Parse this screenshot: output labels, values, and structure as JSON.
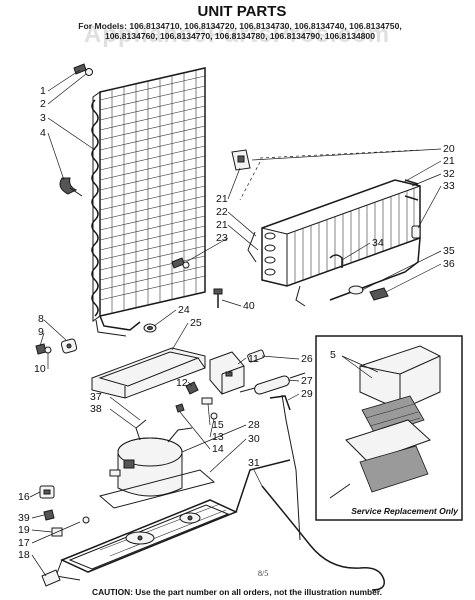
{
  "watermark": "AppliancePartsPros.com",
  "title": "UNIT PARTS",
  "models_line1": "For Models: 106.8134710, 106.8134720, 106.8134730, 106.8134740, 106.8134750,",
  "models_line2": "106.8134760, 106.8134770, 106.8134780, 106.8134790, 106.8134800",
  "inset_label": "Service Replacement Only",
  "inset_callout": "5",
  "caution": "CAUTION: Use the part number on all orders, not the illustration number.",
  "page_ref": "8/5",
  "callouts": {
    "c1": "1",
    "c2": "2",
    "c3": "3",
    "c4": "4",
    "c8": "8",
    "c9": "9",
    "c10": "10",
    "c20": "20",
    "c21a": "21",
    "c32": "32",
    "c33": "33",
    "c21b": "21",
    "c22": "22",
    "c21c": "21",
    "c23": "23",
    "c34": "34",
    "c35": "35",
    "c36": "36",
    "c40": "40",
    "c24": "24",
    "c25": "25",
    "c11": "11",
    "c26": "26",
    "c27": "27",
    "c29": "29",
    "c12": "12",
    "c37": "37",
    "c38": "38",
    "c15": "15",
    "c13": "13",
    "c14": "14",
    "c28": "28",
    "c30": "30",
    "c31": "31",
    "c16": "16",
    "c39": "39",
    "c19": "19",
    "c17": "17",
    "c18": "18"
  }
}
